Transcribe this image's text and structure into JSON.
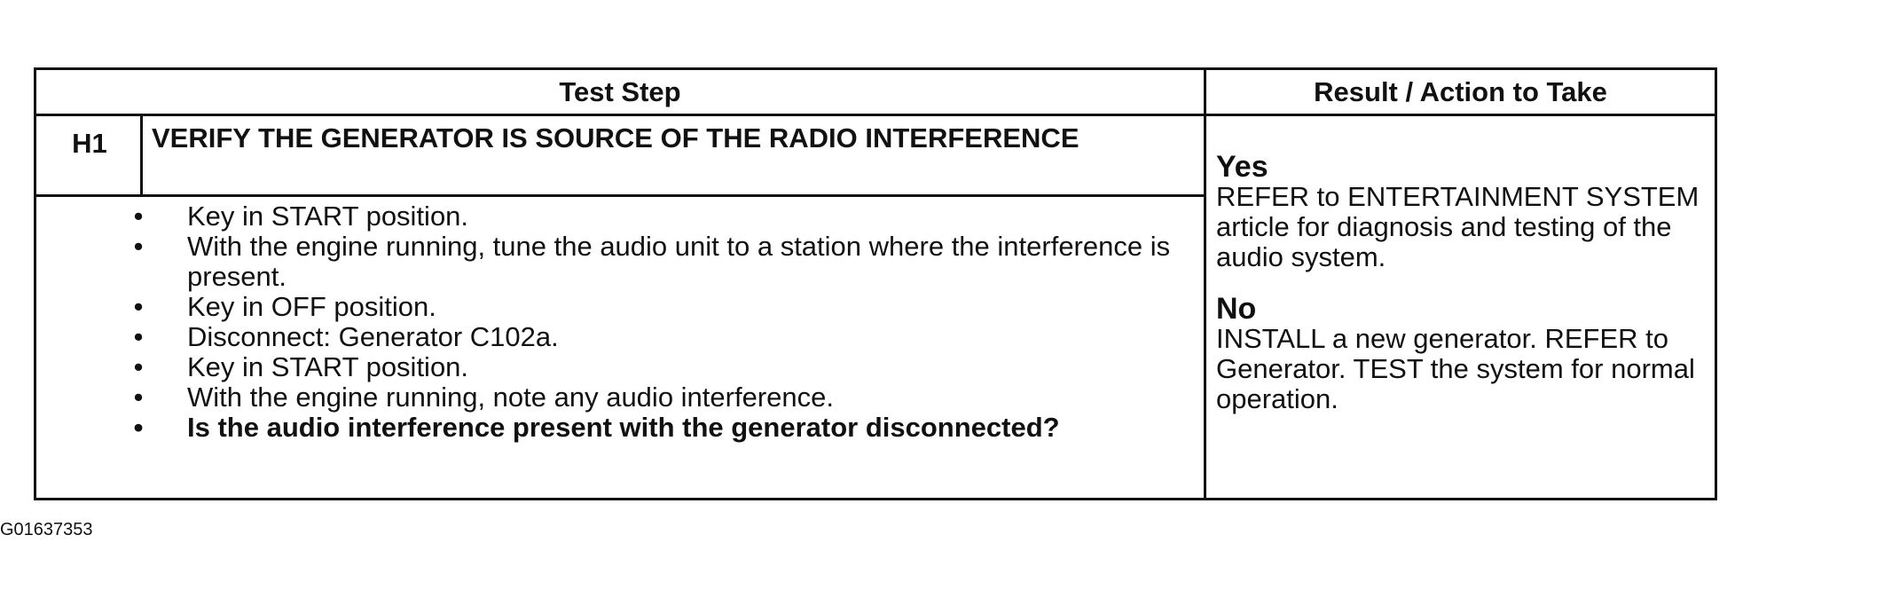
{
  "table": {
    "headers": {
      "test_step": "Test Step",
      "result": "Result / Action to Take"
    },
    "step_id": "H1",
    "step_title": "VERIFY THE GENERATOR IS SOURCE OF THE RADIO INTERFERENCE",
    "instructions": [
      {
        "text": "Key in START position.",
        "bold": false
      },
      {
        "text": "With the engine running, tune the audio unit to a station where the interference is present.",
        "bold": false
      },
      {
        "text": "Key in OFF position.",
        "bold": false
      },
      {
        "text": "Disconnect: Generator C102a.",
        "bold": false
      },
      {
        "text": "Key in START position.",
        "bold": false
      },
      {
        "text": "With the engine running, note any audio interference.",
        "bold": false
      },
      {
        "text": "Is the audio interference present with the generator disconnected?",
        "bold": true
      }
    ],
    "bullet_glyph": "•",
    "results": {
      "yes_label": "Yes",
      "yes_text": "REFER to ENTERTAINMENT SYSTEM article for diagnosis and testing of the audio system.",
      "no_label": "No",
      "no_text": "INSTALL a new generator. REFER to Generator. TEST the system for normal operation."
    }
  },
  "figure_id": "G01637353"
}
